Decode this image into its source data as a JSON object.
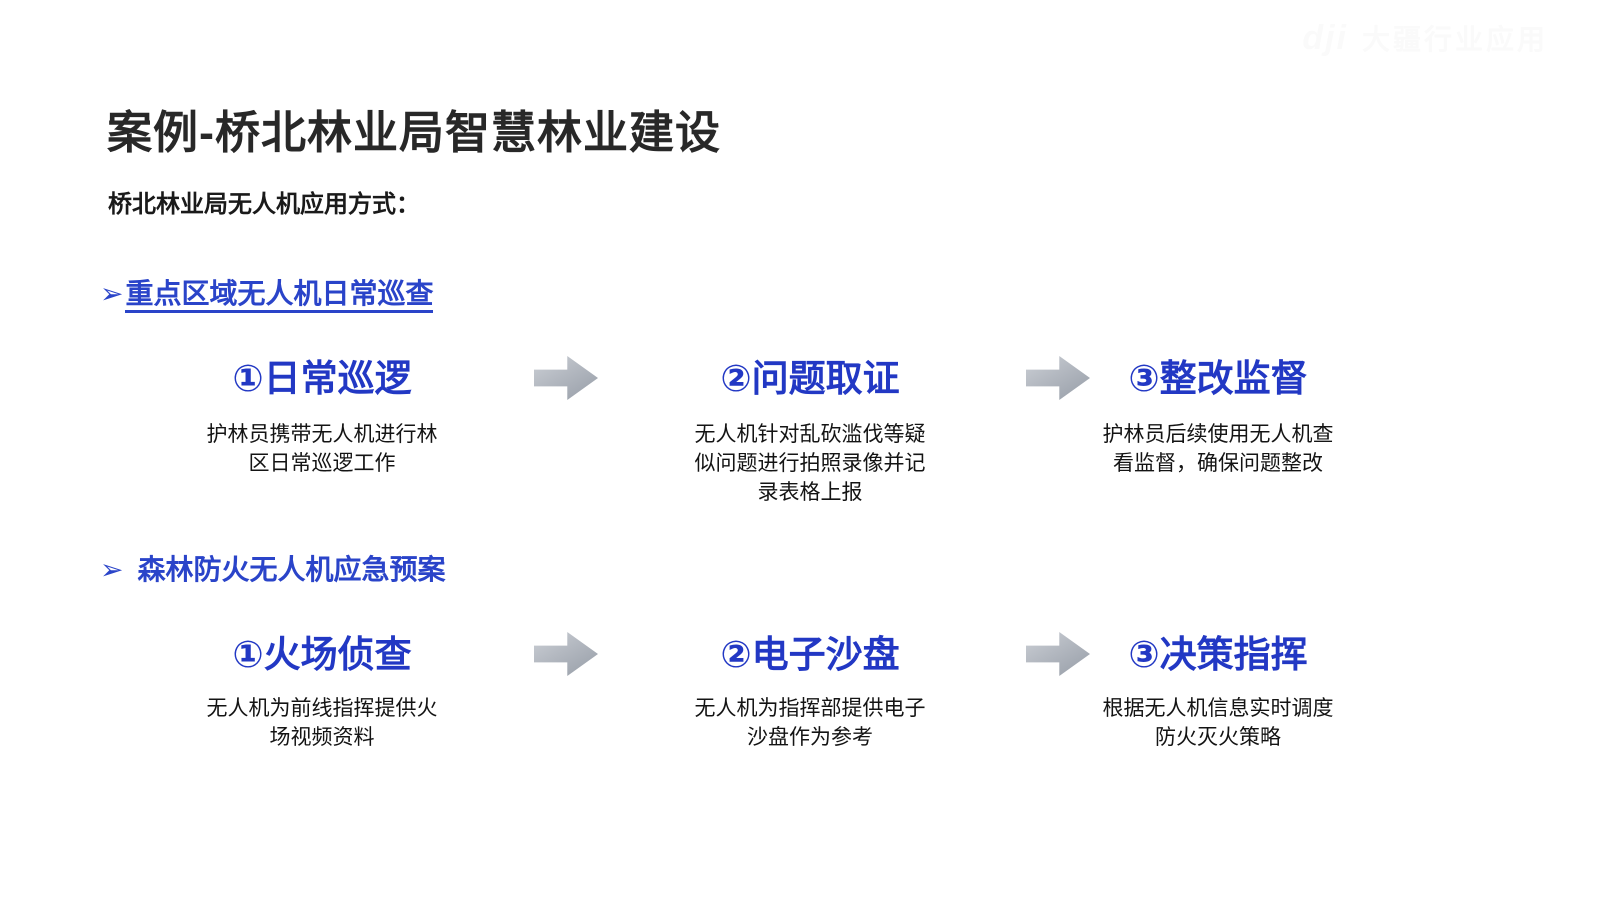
{
  "slide": {
    "title": "案例-桥北林业局智慧林业建设",
    "subtitle": "桥北林业局无人机应用方式：",
    "colors": {
      "accent_blue": "#2238C4",
      "heading_blue": "#2A44C9",
      "arrow_gray": "#A8AEB8",
      "text_dark": "#141414",
      "background": "#FFFFFF"
    }
  },
  "watermark": {
    "logo": "dji",
    "text": "大疆行业应用"
  },
  "sections": [
    {
      "bullet": "➢",
      "heading": "重点区域无人机日常巡查",
      "steps": [
        {
          "title": "①日常巡逻",
          "description": "护林员携带无人机进行林\n区日常巡逻工作"
        },
        {
          "title": "②问题取证",
          "description": "无人机针对乱砍滥伐等疑\n似问题进行拍照录像并记\n录表格上报"
        },
        {
          "title": "③整改监督",
          "description": "护林员后续使用无人机查\n看监督，确保问题整改"
        }
      ]
    },
    {
      "bullet": "➢",
      "heading": "森林防火无人机应急预案",
      "steps": [
        {
          "title": "①火场侦查",
          "description": "无人机为前线指挥提供火\n场视频资料"
        },
        {
          "title": "②电子沙盘",
          "description": "无人机为指挥部提供电子\n沙盘作为参考"
        },
        {
          "title": "③决策指挥",
          "description": "根据无人机信息实时调度\n防火灭火策略"
        }
      ]
    }
  ]
}
